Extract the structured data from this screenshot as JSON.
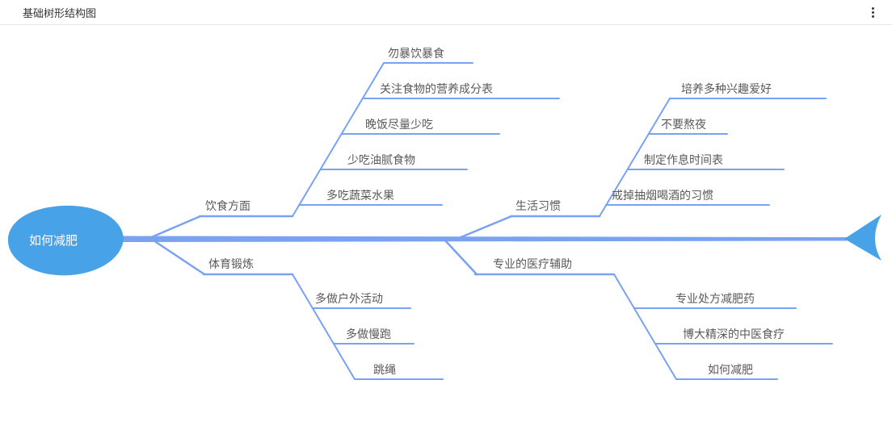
{
  "header": {
    "title": "基础树形结构图",
    "menu_icon": "kebab-menu-icon"
  },
  "diagram": {
    "root": {
      "label": "如何减肥"
    },
    "branches": [
      {
        "label": "饮食方面",
        "children": [
          {
            "label": "勿暴饮暴食"
          },
          {
            "label": "关注食物的营养成分表"
          },
          {
            "label": "晚饭尽量少吃"
          },
          {
            "label": "少吃油腻食物"
          },
          {
            "label": "多吃蔬菜水果"
          }
        ]
      },
      {
        "label": "生活习惯",
        "children": [
          {
            "label": "培养多种兴趣爱好"
          },
          {
            "label": "不要熬夜"
          },
          {
            "label": "制定作息时间表"
          },
          {
            "label": "戒掉抽烟喝酒的习惯"
          }
        ]
      },
      {
        "label": "体育锻炼",
        "children": [
          {
            "label": "多做户外活动"
          },
          {
            "label": "多做慢跑"
          },
          {
            "label": "跳绳"
          }
        ]
      },
      {
        "label": "专业的医疗辅助",
        "children": [
          {
            "label": "专业处方减肥药"
          },
          {
            "label": "博大精深的中医食疗"
          },
          {
            "label": "如何减肥"
          }
        ]
      }
    ],
    "colors": {
      "line": "#7aa2f2",
      "root_fill": "#47a2e8",
      "tail_fill": "#47a2e8",
      "text": "#595959",
      "root_text": "#ffffff",
      "title_text": "#333333"
    }
  }
}
